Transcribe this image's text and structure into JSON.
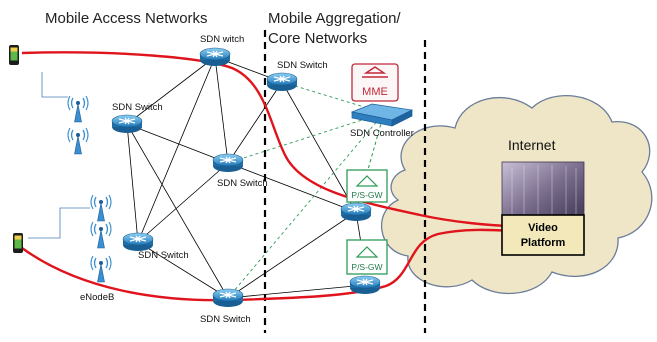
{
  "headers": {
    "access": "Mobile Access Networks",
    "aggregation_line1": "Mobile Aggregation/",
    "aggregation_line2": "Core Networks"
  },
  "switches": {
    "top": "SDN witch",
    "left_top": "SDN Switch",
    "middle": "SDN Switch",
    "left_bottom": "SDN Switch",
    "bottom": "SDN Switch",
    "core_top": "SDN Switch"
  },
  "core": {
    "mme": "MME",
    "controller": "SDN Controller",
    "gw_top": "P/S-GW",
    "gw_bottom": "P/S-GW"
  },
  "access": {
    "enodeb": "eNodeB"
  },
  "internet": {
    "label": "Internet",
    "video_line1": "Video",
    "video_line2": "Platform"
  },
  "colors": {
    "stream": "#e0141c",
    "control": "#2e9b57",
    "router": "#2f8fd0",
    "cloud_fill": "#efe6c8",
    "cloud_stroke": "#6b7d99",
    "antenna": "#2f8fd0"
  }
}
